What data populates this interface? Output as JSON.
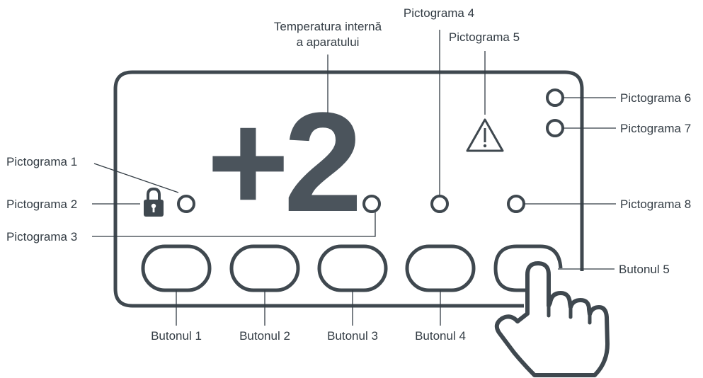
{
  "display": {
    "value": "+2"
  },
  "labels": {
    "temp_line1": "Temperatura internă",
    "temp_line2": "a aparatului",
    "p1": "Pictograma 1",
    "p2": "Pictograma 2",
    "p3": "Pictograma 3",
    "p4": "Pictograma 4",
    "p5": "Pictograma 5",
    "p6": "Pictograma 6",
    "p7": "Pictograma 7",
    "p8": "Pictograma 8",
    "b1": "Butonul 1",
    "b2": "Butonul 2",
    "b3": "Butonul 3",
    "b4": "Butonul 4",
    "b5": "Butonul 5"
  },
  "icons": {
    "lock": "lock-icon",
    "warning": "warning-triangle-icon",
    "hand": "pointing-hand-icon"
  },
  "colors": {
    "stroke": "#3f484f",
    "text": "#333c44"
  }
}
